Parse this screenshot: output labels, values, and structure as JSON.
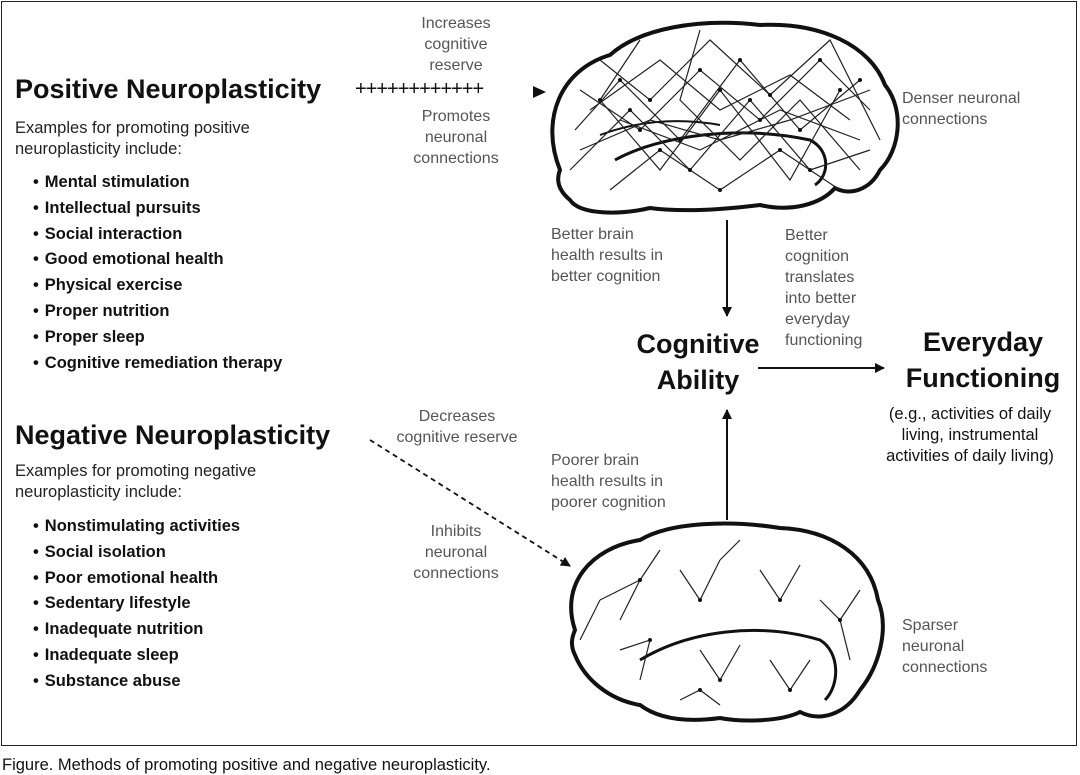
{
  "positive": {
    "heading": "Positive Neuroplasticity",
    "intro": "Examples for promoting positive neuroplasticity include:",
    "items": [
      "Mental stimulation",
      "Intellectual pursuits",
      "Social interaction",
      "Good emotional health",
      "Physical exercise",
      "Proper nutrition",
      "Proper sleep",
      "Cognitive remediation therapy"
    ],
    "arrow_plus": "++++++++++++"
  },
  "negative": {
    "heading": "Negative Neuroplasticity",
    "intro": "Examples for promoting negative neuroplasticity include:",
    "items": [
      "Nonstimulating activities",
      "Social isolation",
      "Poor emotional health",
      "Sedentary lifestyle",
      "Inadequate nutrition",
      "Inadequate sleep",
      "Substance abuse"
    ]
  },
  "labels": {
    "increases_reserve": [
      "Increases",
      "cognitive",
      "reserve"
    ],
    "promotes_connections": [
      "Promotes",
      "neuronal",
      "connections"
    ],
    "decreases_reserve": [
      "Decreases",
      "cognitive reserve"
    ],
    "inhibits_connections": [
      "Inhibits",
      "neuronal",
      "connections"
    ],
    "denser": [
      "Denser neuronal",
      "connections"
    ],
    "sparser": [
      "Sparser",
      "neuronal",
      "connections"
    ],
    "better_brain": [
      "Better brain",
      "health results in",
      "better cognition"
    ],
    "poorer_brain": [
      "Poorer brain",
      "health results in",
      "poorer cognition"
    ],
    "better_cognition": [
      "Better",
      "cognition",
      "translates",
      "into better",
      "everyday",
      "functioning"
    ]
  },
  "cognitive_ability": [
    "Cognitive",
    "Ability"
  ],
  "everyday_functioning": {
    "title": [
      "Everyday",
      "Functioning"
    ],
    "note": [
      "(e.g., activities of daily",
      "living, instrumental",
      "activities of daily living)"
    ]
  },
  "caption": "Figure. Methods of promoting positive and negative neuroplasticity."
}
